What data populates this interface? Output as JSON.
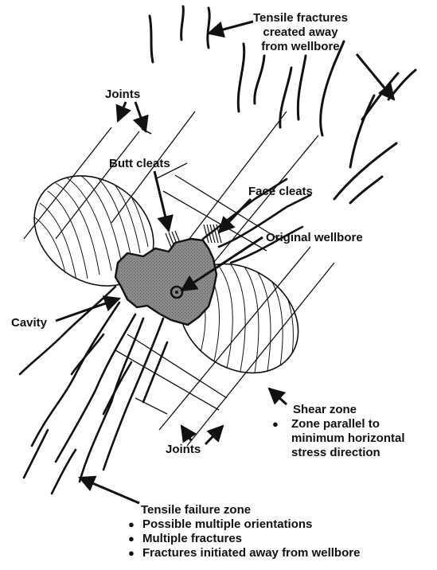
{
  "labels": {
    "tensile_fractures": [
      "Tensile fractures",
      "created away",
      "from wellbore"
    ],
    "joints_top": "Joints",
    "butt_cleats": "Butt cleats",
    "face_cleats": "Face cleats",
    "original_wellbore": "Original wellbore",
    "cavity": "Cavity",
    "shear_zone": {
      "title": "Shear zone",
      "bullets": [
        "Zone parallel to",
        "minimum horizontal",
        "stress direction"
      ]
    },
    "joints_bottom": "Joints",
    "tensile_failure_zone": {
      "title": "Tensile failure zone",
      "bullets": [
        "Possible multiple orientations",
        "Multiple fractures",
        "Fractures initiated away from wellbore"
      ]
    }
  },
  "colors": {
    "ink": "#111111",
    "cavity_fill": "#8a8a8a",
    "background": "#ffffff"
  }
}
